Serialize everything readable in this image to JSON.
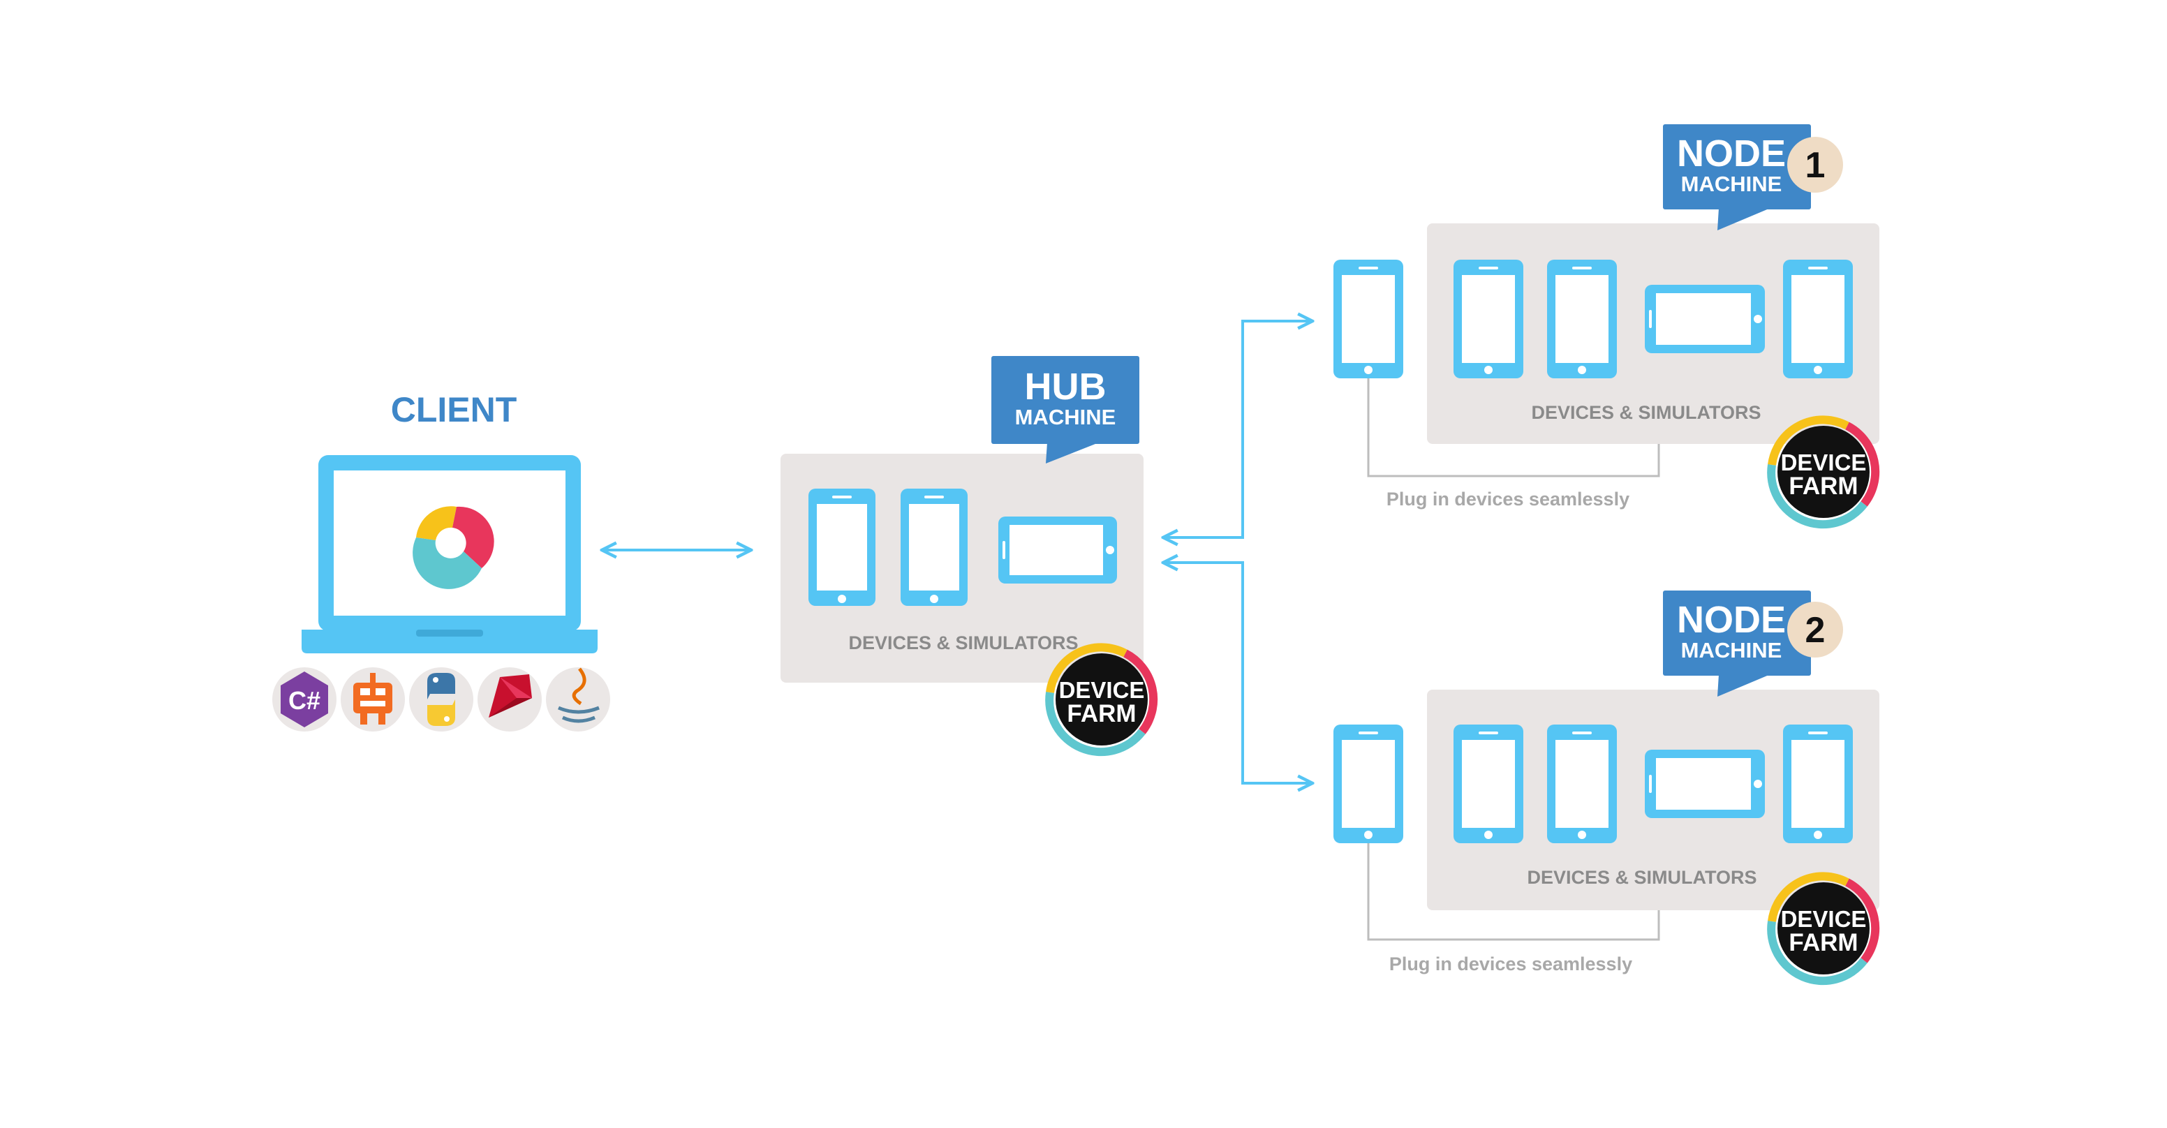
{
  "client": {
    "title": "CLIENT",
    "languages": [
      {
        "name": "csharp-icon",
        "label": "C#"
      },
      {
        "name": "robot-icon",
        "label": ""
      },
      {
        "name": "python-icon",
        "label": ""
      },
      {
        "name": "ruby-icon",
        "label": ""
      },
      {
        "name": "java-icon",
        "label": ""
      }
    ]
  },
  "hub": {
    "title_big": "HUB",
    "title_small": "MACHINE",
    "panel_label": "DEVICES & SIMULATORS",
    "badge_line1": "DEVICE",
    "badge_line2": "FARM"
  },
  "nodes": [
    {
      "title_big": "NODE",
      "title_small": "MACHINE",
      "number": "1",
      "panel_label": "DEVICES & SIMULATORS",
      "plug_text": "Plug in devices seamlessly",
      "badge_line1": "DEVICE",
      "badge_line2": "FARM"
    },
    {
      "title_big": "NODE",
      "title_small": "MACHINE",
      "number": "2",
      "panel_label": "DEVICES & SIMULATORS",
      "plug_text": "Plug in devices seamlessly",
      "badge_line1": "DEVICE",
      "badge_line2": "FARM"
    }
  ],
  "colors": {
    "device_blue": "#55c5f4",
    "callout_blue": "#3f87c8",
    "panel_grey": "#e9e5e4",
    "label_grey": "#8a8a8a",
    "badge_black": "#111111",
    "badge_yellow": "#f7c21a",
    "badge_pink": "#e8365c",
    "badge_teal": "#5ec7cf",
    "number_beige": "#efdcc5"
  }
}
